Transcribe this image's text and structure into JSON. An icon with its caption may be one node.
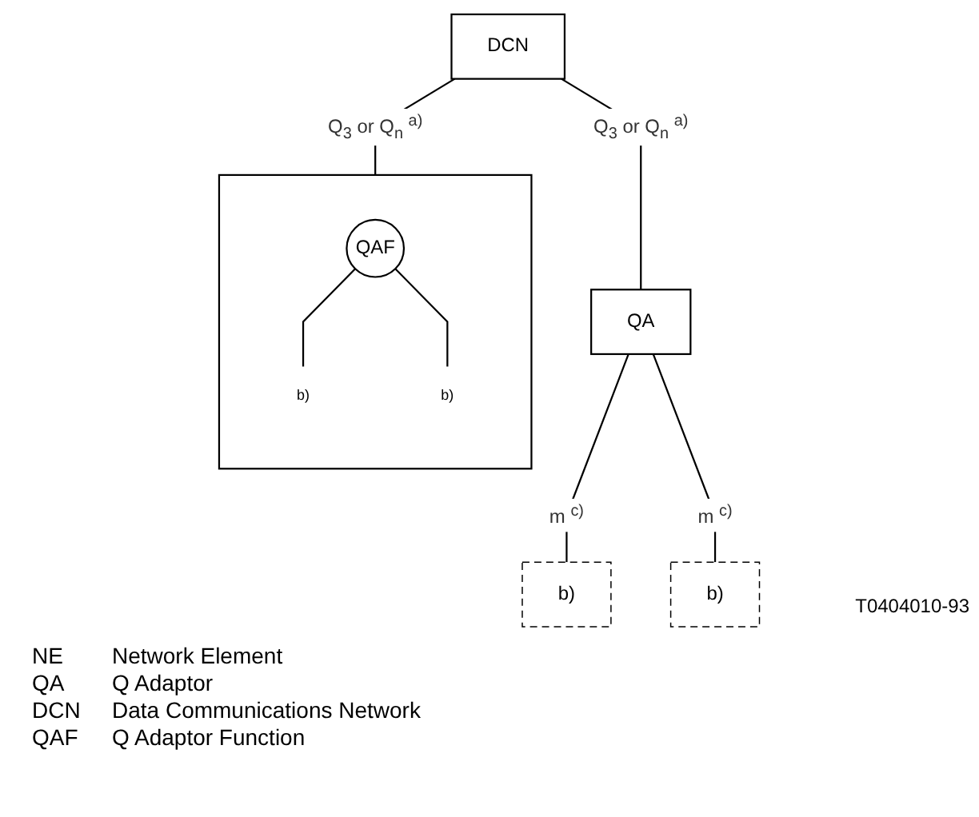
{
  "diagram": {
    "nodes": [
      {
        "text": [
          "DCN"
        ]
      },
      {
        "text": [],
        "shape": "box"
      },
      {
        "text": [
          "QAF"
        ],
        "in": 1
      },
      {
        "text": [
          "b)"
        ],
        "in": 1
      },
      {
        "text": [
          "b)"
        ],
        "in": 1
      },
      {
        "text": [
          "QA"
        ]
      },
      {
        "text": [
          "b)"
        ]
      },
      {
        "text": [
          "b)"
        ]
      }
    ],
    "edges": [
      {
        "from": 0,
        "to": 1,
        "arrow": "none",
        "label": "Q$_{3}$ or Q$_{n}$ $^{a)}$"
      },
      {
        "from": 0,
        "to": 5,
        "arrow": "none",
        "label": "Q$_{3}$ or Q$_{n}$ $^{a)}$"
      },
      {
        "from": 2,
        "to": 3,
        "arrow": "none"
      },
      {
        "from": 2,
        "to": 4,
        "arrow": "none"
      },
      {
        "from": 5,
        "to": 6,
        "arrow": "none",
        "label": "m $^{c)}$"
      },
      {
        "from": 5,
        "to": 7,
        "arrow": "none",
        "label": "m $^{c)}$"
      }
    ],
    "labels": [
      "T0404010-93",
      "NE",
      "Network Element",
      "QA",
      "Q Adaptor",
      "DCN",
      "Data Communications Network",
      "QAF",
      "Q Adaptor Function"
    ]
  }
}
